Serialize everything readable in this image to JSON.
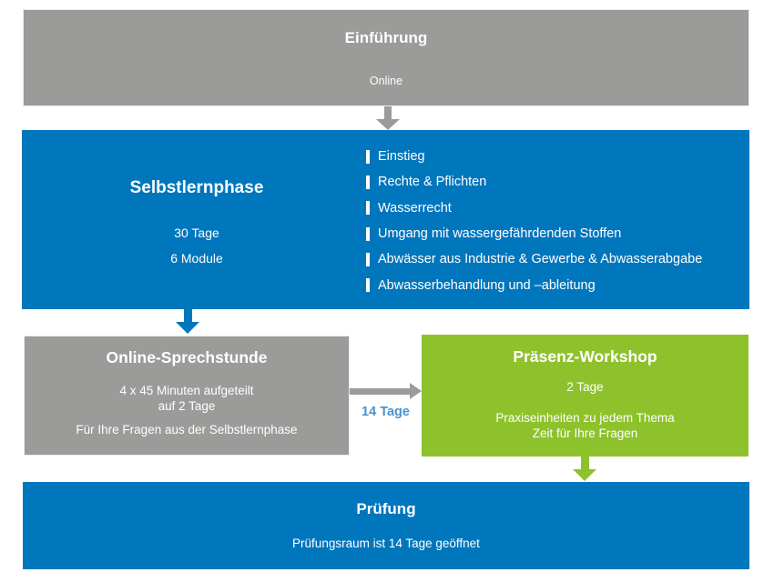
{
  "palette": {
    "brand_blue": "#0076bd",
    "brand_green": "#8ec22d",
    "brand_gray": "#9b9b9a",
    "connector_label_blue": "#4793cf",
    "text_on_boxes": "#ffffff"
  },
  "intro": {
    "title": "Einführung",
    "subtitle": "Online"
  },
  "self_learning": {
    "title": "Selbstlernphase",
    "duration": "30 Tage",
    "modules_count": "6 Module",
    "modules": [
      "Einstieg",
      "Rechte & Pflichten",
      "Wasserrecht",
      "Umgang mit wassergefährdenden Stoffen",
      "Abwässer aus Industrie & Gewerbe & Abwasserabgabe",
      "Abwasserbehandlung und –ableitung"
    ]
  },
  "online_office_hours": {
    "title": "Online-Sprechstunde",
    "line1": "4 x 45 Minuten aufgeteilt",
    "line2": "auf 2 Tage",
    "line3": "Für Ihre Fragen aus der Selbstlernphase"
  },
  "workshop": {
    "title": "Präsenz-Workshop",
    "line1": "2 Tage",
    "line2": "Praxiseinheiten zu jedem Thema",
    "line3": "Zeit für Ihre Fragen"
  },
  "exam": {
    "title": "Prüfung",
    "subtitle": "Prüfungsraum ist 14 Tage geöffnet"
  },
  "connector": {
    "label": "14 Tage"
  }
}
